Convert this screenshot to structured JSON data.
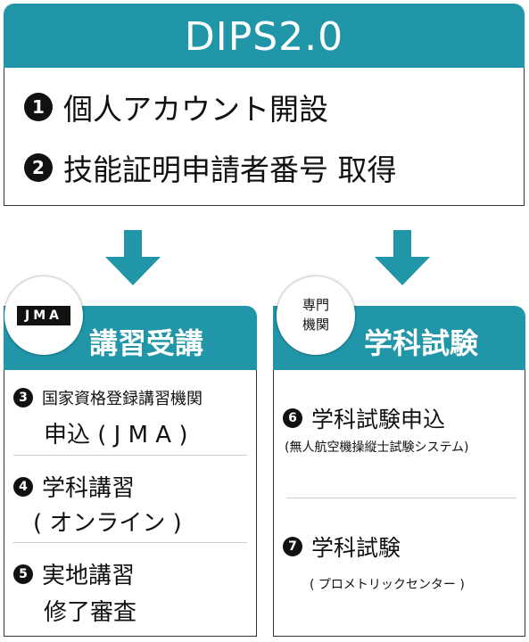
{
  "header": {
    "title": "DIPS2.0"
  },
  "top_steps": [
    {
      "num": "1",
      "label": "個人アカウント開設"
    },
    {
      "num": "2",
      "label": "技能証明申請者番号 取得"
    }
  ],
  "left": {
    "badge_logo": "JMA",
    "title": "講習受講",
    "steps": [
      {
        "num": "3",
        "line1": "国家資格登録講習機関",
        "line2": "申込 ( J M A )"
      },
      {
        "num": "4",
        "line1": "学科講習",
        "line2": "( オンライン )"
      },
      {
        "num": "5",
        "line1": "実地講習",
        "line2": "修了審査"
      }
    ]
  },
  "right": {
    "badge_line1": "専門",
    "badge_line2": "機関",
    "title": "学科試験",
    "steps": [
      {
        "num": "6",
        "line1": "学科試験申込",
        "line2": "(無人航空機操縦士試験システム)"
      },
      {
        "num": "7",
        "line1": "学科試験",
        "line2": "( プロメトリックセンター )"
      }
    ]
  },
  "colors": {
    "accent": "#2196a8",
    "border": "#333333"
  }
}
